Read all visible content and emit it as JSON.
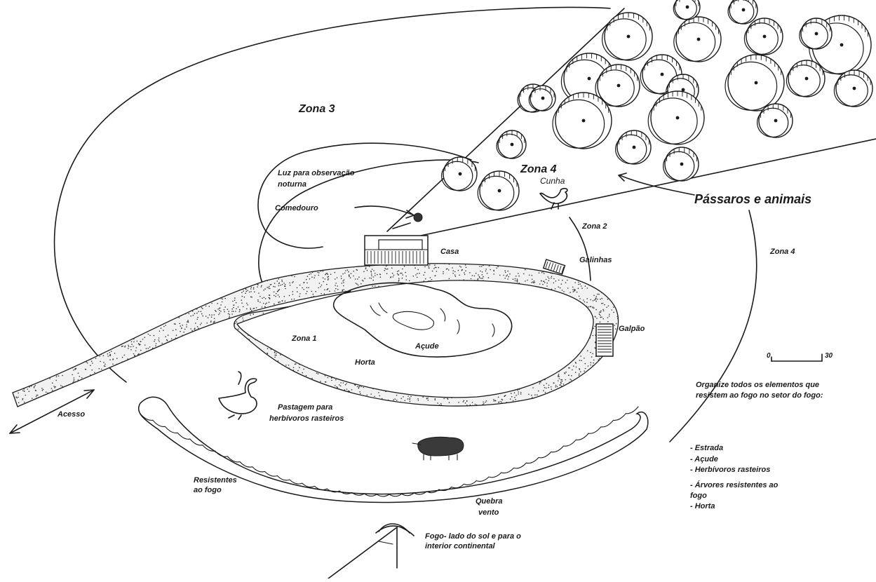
{
  "labels": {
    "zona3": "Zona 3",
    "zona4_top": "Zona 4",
    "cunha": "Cunha",
    "passaros": "Pássaros e animais",
    "luz_line1": "Luz para observação",
    "luz_line2": "noturna",
    "comedouro": "Comedouro",
    "zona2": "Zona 2",
    "casa": "Casa",
    "galinhas": "Galinhas",
    "zona4_right": "Zona 4",
    "zona1": "Zona 1",
    "acude": "Açude",
    "horta": "Horta",
    "galpao": "Galpão",
    "acesso": "Acesso",
    "pastagem_line1": "Pastagem para",
    "pastagem_line2": "herbívoros rasteiros",
    "resistentes_line1": "Resistentes",
    "resistentes_line2": "ao fogo",
    "quebra_line1": "Quebra",
    "quebra_line2": "vento",
    "fogo_line1": "Fogo- lado do sol e para o",
    "fogo_line2": "interior continental",
    "scale_left": "0",
    "scale_right": "30"
  },
  "notes": {
    "organize_line1": "Organize todos os elementos que",
    "organize_line2": "resistem ao fogo no setor do fogo:",
    "list": [
      "- Estrada",
      "- Açude",
      "- Herbívoros rasteiros",
      "- Árvores resistentes ao",
      "fogo",
      "- Horta"
    ]
  },
  "icons": [
    "house-icon",
    "chicken-coop-icon",
    "shed-icon",
    "goose-icon",
    "bird-icon",
    "sheep-icon",
    "feeder-icon",
    "tree-icon",
    "fire-direction-arrow-icon"
  ]
}
